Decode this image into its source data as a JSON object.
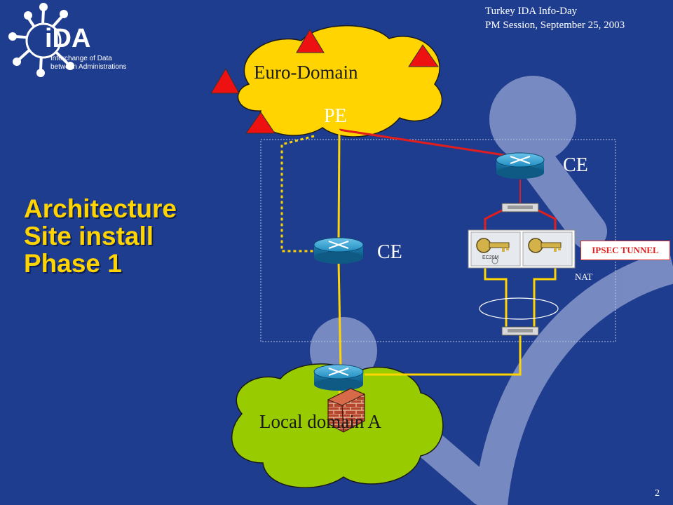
{
  "header": {
    "line1": "Turkey IDA Info-Day",
    "line2": "PM Session, September 25, 2003"
  },
  "logo": {
    "name": "iDA",
    "tagline1": "Interchange of Data",
    "tagline2": "between Administrations"
  },
  "title": {
    "line1": "Architecture",
    "line2": "Site install",
    "line3": "Phase 1"
  },
  "diagram": {
    "euro_domain": "Euro-Domain",
    "local_domain": "Local domain A",
    "pe": "PE",
    "ce_top": "CE",
    "ce_mid": "CE",
    "ipsec_tunnel": "IPSEC TUNNEL",
    "nat": "NAT",
    "device_label": "EC20M"
  },
  "colors": {
    "background": "#1f3d8f",
    "title": "#ffd400",
    "euro_cloud": "#ffd400",
    "local_cloud": "#99cc00",
    "link_red": "#e01e1e",
    "link_yellow": "#ffd400",
    "router": "#1e8fc0"
  },
  "page_number": "2"
}
